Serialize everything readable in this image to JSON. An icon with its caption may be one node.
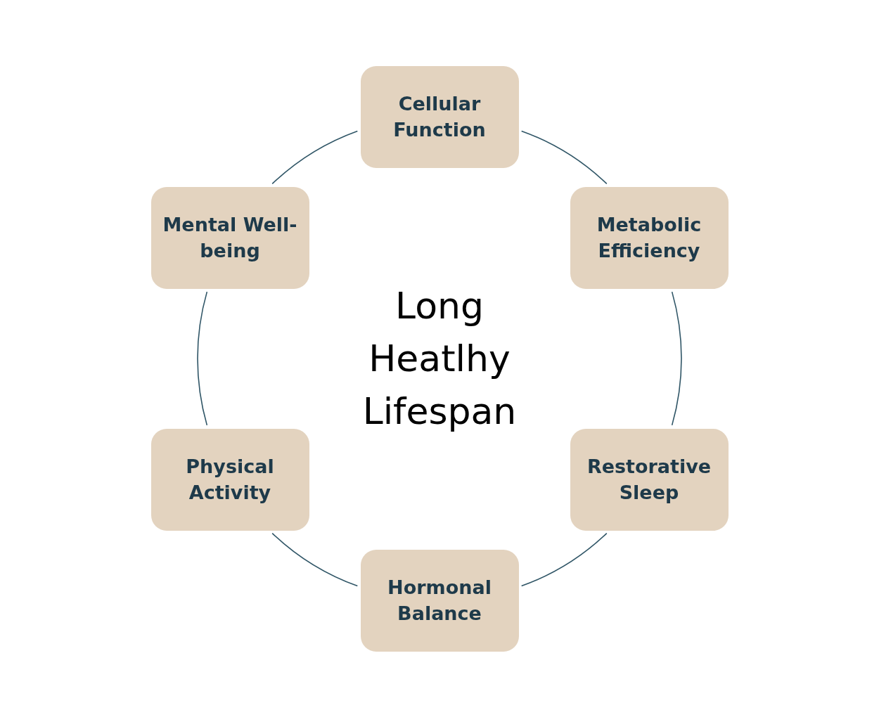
{
  "diagram": {
    "nodes": [
      {
        "text": [
          "Cellular Function"
        ]
      },
      {
        "text": [
          "Metabolic Efficiency"
        ]
      },
      {
        "text": [
          "Restorative Sleep"
        ]
      },
      {
        "text": [
          "Hormonal Balance"
        ]
      },
      {
        "text": [
          "Physical Activity"
        ]
      },
      {
        "text": [
          "Mental Well-being"
        ]
      }
    ],
    "edges": [
      {
        "from": 0,
        "to": 1,
        "arrow": "none"
      },
      {
        "from": 1,
        "to": 2,
        "arrow": "none"
      },
      {
        "from": 2,
        "to": 3,
        "arrow": "none"
      },
      {
        "from": 3,
        "to": 4,
        "arrow": "none"
      },
      {
        "from": 4,
        "to": 5,
        "arrow": "none"
      },
      {
        "from": 5,
        "to": 0,
        "arrow": "none"
      }
    ],
    "labels": [
      "Long Heatlhy Lifespan"
    ]
  }
}
